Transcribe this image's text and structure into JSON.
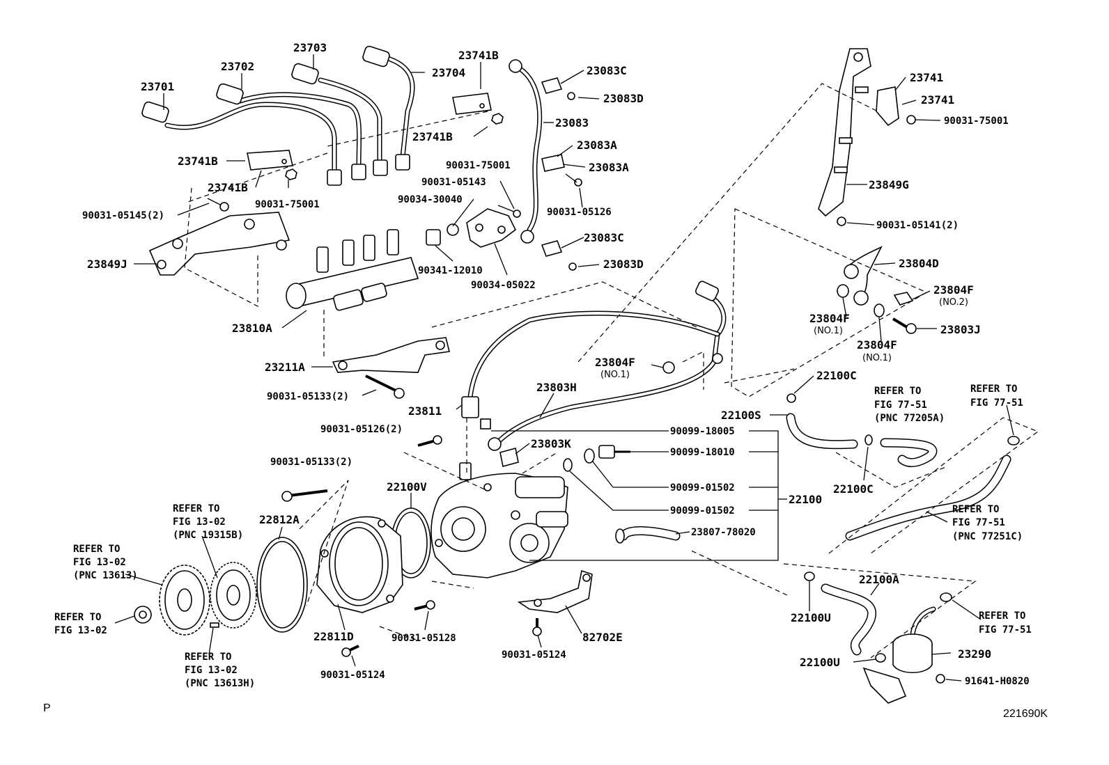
{
  "diagram_code": "221690K",
  "corner_mark": "P",
  "labels": {
    "p23701": "23701",
    "p23702": "23702",
    "p23703": "23703",
    "p23704": "23704",
    "p23741b_top": "23741B",
    "p23741b_mid": "23741B",
    "p23741b_left": "23741B",
    "p23741b_left2": "23741B",
    "b90031_75001_a": "90031-75001",
    "b90031_75001_b": "90031-75001",
    "b90031_75001_c": "90031-75001",
    "b90031_05145": "90031-05145(2)",
    "p23849j": "23849J",
    "p23810a": "23810A",
    "p23211a": "23211A",
    "b90031_05133_a": "90031-05133(2)",
    "b90031_05133_b": "90031-05133(2)",
    "p23083c_a": "23083C",
    "p23083d_a": "23083D",
    "p23083": "23083",
    "p23083a_a": "23083A",
    "p23083a_b": "23083A",
    "b90031_05126": "90031-05126",
    "b90031_05126_2": "90031-05126(2)",
    "p23083c_b": "23083C",
    "p23083d_b": "23083D",
    "b90031_05143": "90031-05143",
    "b90034_30040": "90034-30040",
    "b90341_12010": "90341-12010",
    "b90034_05022": "90034-05022",
    "p23741_a": "23741",
    "p23741_b": "23741",
    "p23849g": "23849G",
    "b90031_05141": "90031-05141(2)",
    "p23804d": "23804D",
    "p23804f_no2": "23804F",
    "n_no2": "(NO.2)",
    "p23804f_no1a": "23804F",
    "n_no1a": "(NO.1)",
    "p23803j": "23803J",
    "p23804f_no1b": "23804F",
    "n_no1b": "(NO.1)",
    "p23804f_no1c": "23804F",
    "n_no1c": "(NO.1)",
    "p22100c_top": "22100C",
    "p22100s": "22100S",
    "p23803h": "23803H",
    "p23811": "23811",
    "p23803k": "23803K",
    "b90099_18005": "90099-18005",
    "b90099_18010": "90099-18010",
    "b90099_01502_a": "90099-01502",
    "b90099_01502_b": "90099-01502",
    "p22100": "22100",
    "p23807": "23807-78020",
    "p22100c_mid": "22100C",
    "p22100v": "22100V",
    "p22812a": "22812A",
    "p22811d": "22811D",
    "b90031_05128": "90031-05128",
    "b90031_05124_a": "90031-05124",
    "b90031_05124_b": "90031-05124",
    "p82702e": "82702E",
    "p22100a": "22100A",
    "p22100u_a": "22100U",
    "p22100u_b": "22100U",
    "p23290": "23290",
    "b91641": "91641-H0820"
  },
  "refs": {
    "r1": [
      "REFER TO",
      "FIG 13-02",
      "(PNC 19315B)"
    ],
    "r2": [
      "REFER TO",
      "FIG 13-02",
      "(PNC 13613)"
    ],
    "r3": [
      "REFER TO",
      "FIG 13-02"
    ],
    "r4": [
      "REFER TO",
      "FIG 13-02",
      "(PNC 13613H)"
    ],
    "r5": [
      "REFER TO",
      "FIG 77-51",
      "(PNC 77205A)"
    ],
    "r6": [
      "REFER TO",
      "FIG 77-51"
    ],
    "r7": [
      "REFER TO",
      "FIG 77-51",
      "(PNC 77251C)"
    ],
    "r8": [
      "REFER TO",
      "FIG 77-51"
    ]
  }
}
